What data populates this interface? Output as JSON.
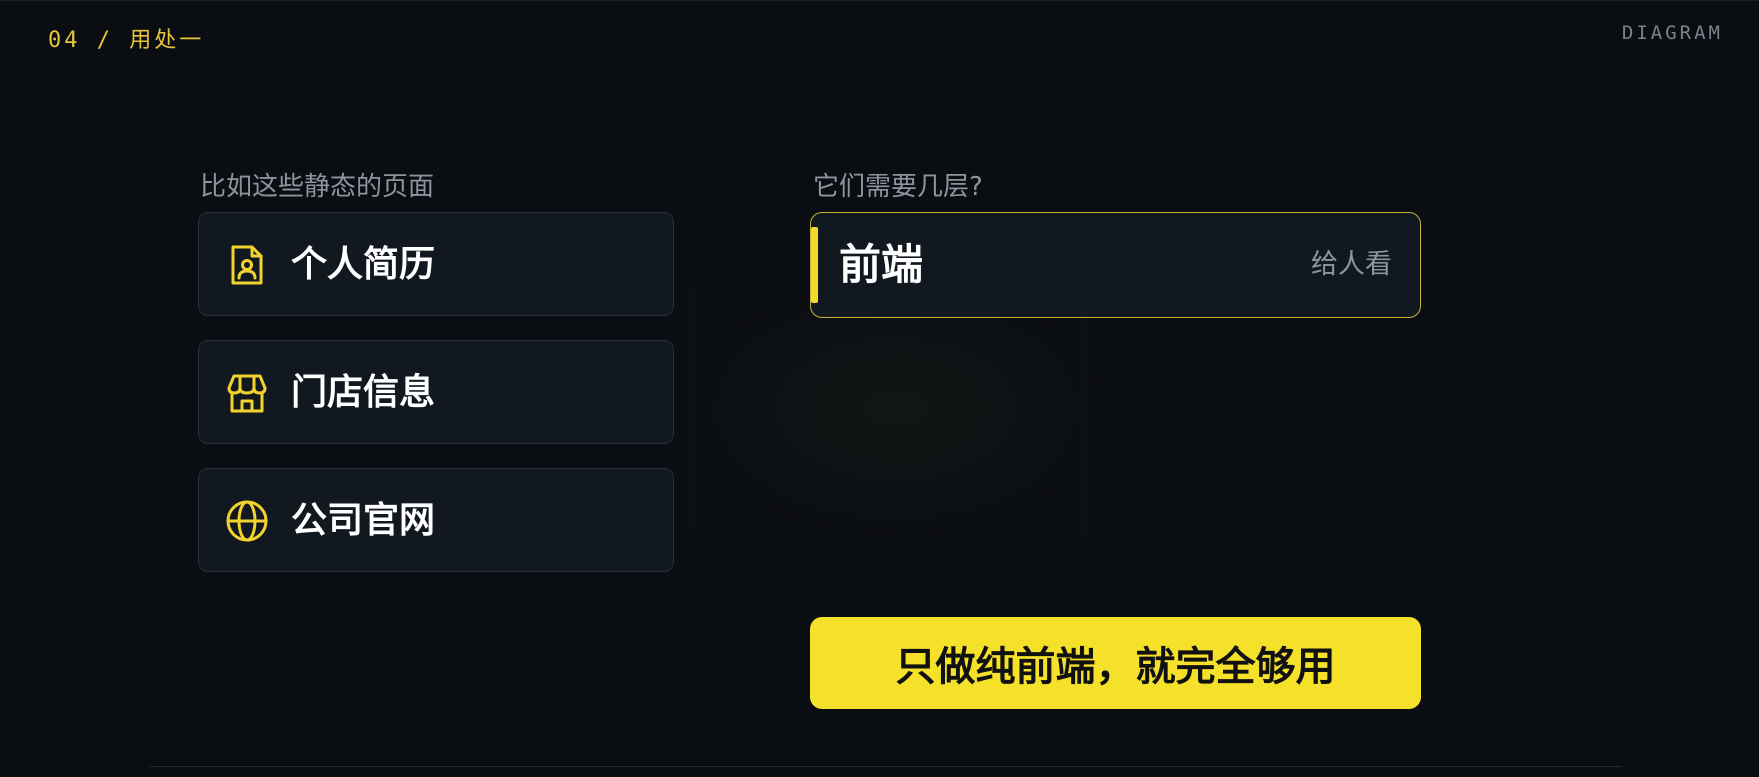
{
  "header": {
    "page_tag": "04  /  用处一",
    "diagram_tag": "DIAGRAM"
  },
  "left_column": {
    "heading": "比如这些静态的页面",
    "items": [
      {
        "label": "个人简历",
        "icon": "resume-file-icon"
      },
      {
        "label": "门店信息",
        "icon": "store-icon"
      },
      {
        "label": "公司官网",
        "icon": "globe-icon"
      }
    ]
  },
  "right_column": {
    "heading": "它们需要几层?",
    "layer": {
      "title": "前端",
      "note": "给人看"
    },
    "conclusion": "只做纯前端，就完全够用"
  },
  "colors": {
    "background": "#0a0d12",
    "accent": "#f5e02a",
    "card": "#121820",
    "muted_text": "#8d949d"
  }
}
